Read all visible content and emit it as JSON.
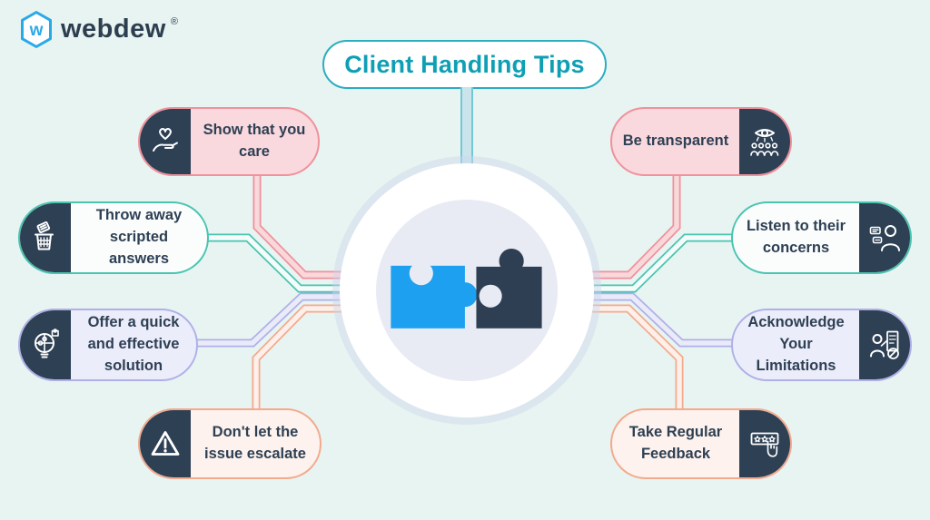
{
  "logo": {
    "brand": "webdew",
    "registered": "®",
    "hex_letter": "w",
    "hex_color": "#2aa9e9",
    "text_color": "#2c3e50"
  },
  "title": "Client Handling Tips",
  "title_style": {
    "text_color": "#0f9fb5",
    "border_color": "#2badc2",
    "fill": "#ffffff"
  },
  "center": {
    "icon": "interlocking-puzzle-pieces",
    "outer_circle_fill": "#ffffff",
    "inner_circle_fill": "#e8ebf4",
    "puzzle_left_color": "#1ea0f0",
    "puzzle_right_color": "#2e3f53"
  },
  "background_color": "#e8f4f1",
  "icon_panel_color": "#2e4054",
  "tips_left": [
    {
      "label": "Show that you care",
      "icon": "heart-in-hand-icon",
      "accent": "#f0919c",
      "fill": "#f9d9dd"
    },
    {
      "label": "Throw away scripted answers",
      "icon": "trash-bin-icon",
      "accent": "#49c4b1",
      "fill": "#fbfdfd"
    },
    {
      "label": "Offer a quick and effective solution",
      "icon": "bulb-puzzle-icon",
      "accent": "#afb0e8",
      "fill": "#ecedfb"
    },
    {
      "label": "Don't let the issue escalate",
      "icon": "warning-triangle-icon",
      "accent": "#f3aa8d",
      "fill": "#fdf2ed"
    }
  ],
  "tips_right": [
    {
      "label": "Be transparent",
      "icon": "eye-over-people-icon",
      "accent": "#f0919c",
      "fill": "#f9d9dd"
    },
    {
      "label": "Listen to their concerns",
      "icon": "person-chat-icon",
      "accent": "#49c4b1",
      "fill": "#fbfdfd"
    },
    {
      "label": "Acknowledge Your Limitations",
      "icon": "person-checklist-icon",
      "accent": "#afb0e8",
      "fill": "#ecedfb"
    },
    {
      "label": "Take Regular Feedback",
      "icon": "star-rating-hand-icon",
      "accent": "#f3aa8d",
      "fill": "#fdf2ed"
    }
  ]
}
